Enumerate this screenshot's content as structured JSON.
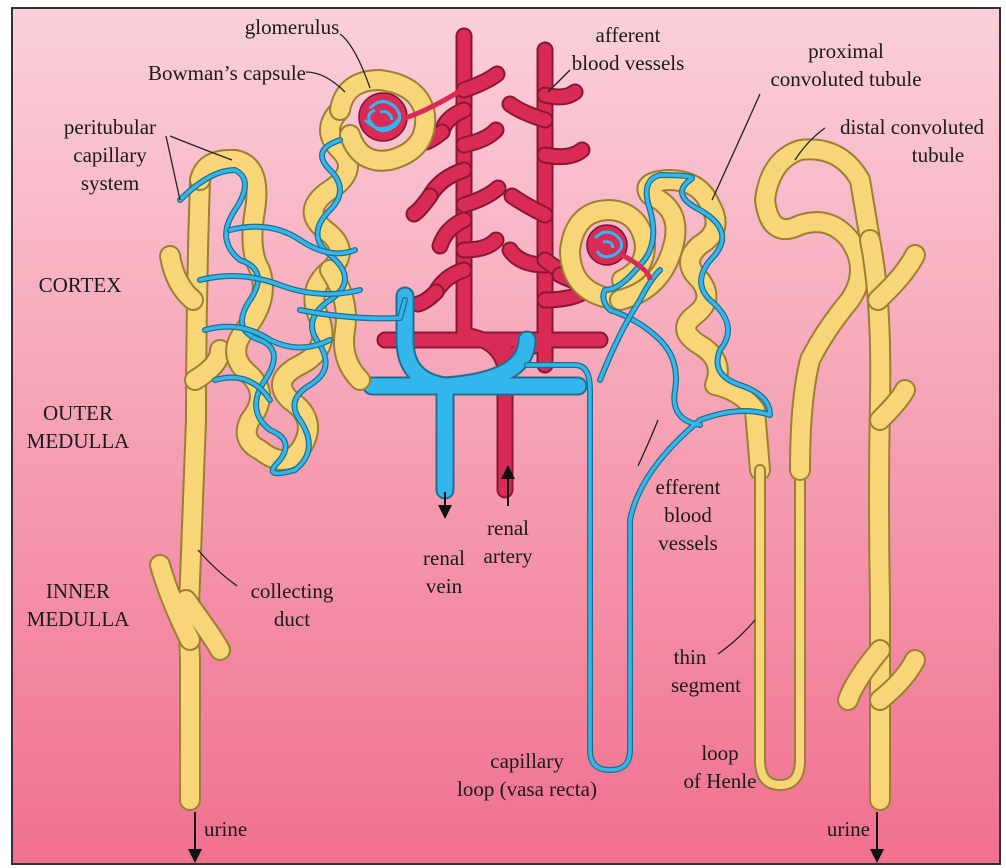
{
  "colors": {
    "background_top": "#fbd0da",
    "background_bottom": "#f0708e",
    "tubule_fill": "#f8d678",
    "tubule_outline": "#9b7f32",
    "vein_blue": "#33b6ec",
    "artery_red": "#da2a56",
    "border": "#333333"
  },
  "labels": {
    "glomerulus": "glomerulus",
    "bowmans_capsule": "Bowman’s capsule",
    "afferent_1": "afferent",
    "afferent_2": "blood vessels",
    "proximal_1": "proximal",
    "proximal_2": "convoluted tubule",
    "distal_1": "distal convoluted",
    "distal_2": "tubule",
    "peritubular_1": "peritubular",
    "peritubular_2": "capillary",
    "peritubular_3": "system",
    "cortex": "CORTEX",
    "outer_medulla_1": "OUTER",
    "outer_medulla_2": "MEDULLA",
    "inner_medulla_1": "INNER",
    "inner_medulla_2": "MEDULLA",
    "collecting_1": "collecting",
    "collecting_2": "duct",
    "renal_vein_1": "renal",
    "renal_vein_2": "vein",
    "renal_artery_1": "renal",
    "renal_artery_2": "artery",
    "efferent_1": "efferent",
    "efferent_2": "blood",
    "efferent_3": "vessels",
    "thin_1": "thin",
    "thin_2": "segment",
    "capillary_loop_1": "capillary",
    "capillary_loop_2": "loop (vasa recta)",
    "henle_1": "loop",
    "henle_2": "of Henle",
    "urine_left": "urine",
    "urine_right": "urine"
  }
}
